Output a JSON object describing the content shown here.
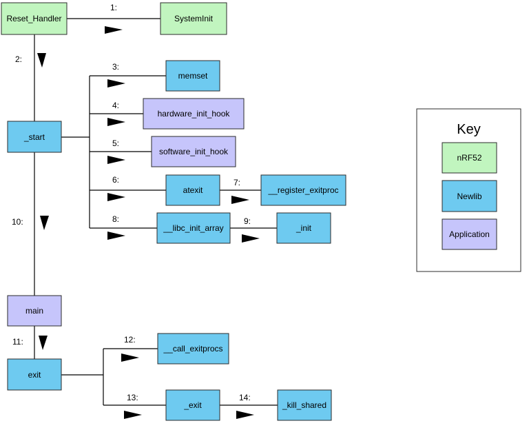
{
  "colors": {
    "nrf52": "#c1f5bf",
    "newlib": "#6ecaf0",
    "application": "#c6c5fb"
  },
  "nodes": {
    "reset_handler": "Reset_Handler",
    "systeminit": "SystemInit",
    "start": "_start",
    "memset": "memset",
    "hardware_init_hook": "hardware_init_hook",
    "software_init_hook": "software_init_hook",
    "atexit": "atexit",
    "register_exitproc": "__register_exitproc",
    "libc_init_array": "__libc_init_array",
    "init": "_init",
    "main": "main",
    "exit": "exit",
    "call_exitprocs": "__call_exitprocs",
    "_exit": "_exit",
    "kill_shared": "_kill_shared"
  },
  "steps": {
    "s1": "1:",
    "s2": "2:",
    "s3": "3:",
    "s4": "4:",
    "s5": "5:",
    "s6": "6:",
    "s7": "7:",
    "s8": "8:",
    "s9": "9:",
    "s10": "10:",
    "s11": "11:",
    "s12": "12:",
    "s13": "13:",
    "s14": "14:"
  },
  "key": {
    "title": "Key",
    "nrf52": "nRF52",
    "newlib": "Newlib",
    "application": "Application"
  }
}
